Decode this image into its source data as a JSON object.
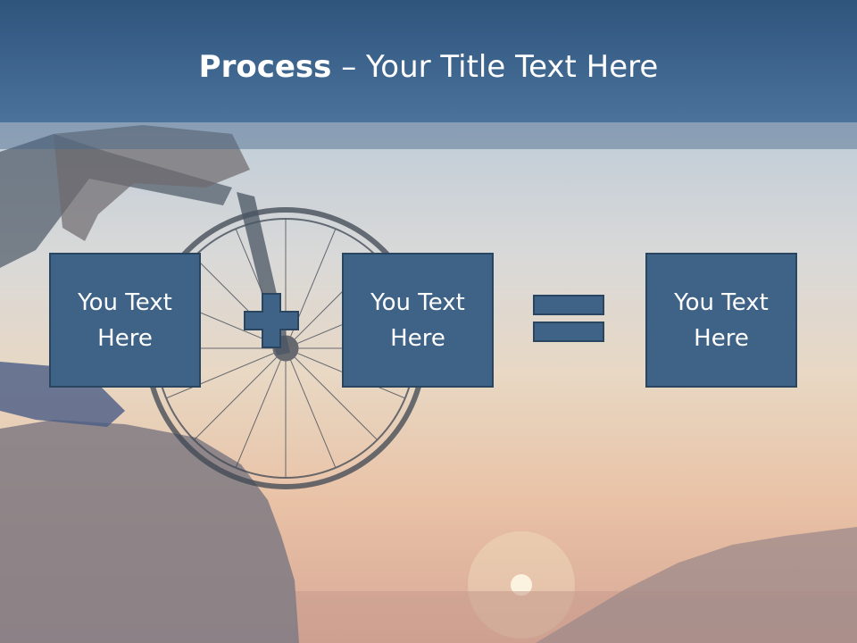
{
  "title": {
    "bold": "Process",
    "separator": " – ",
    "rest": "Your Title Text Here"
  },
  "boxes": [
    {
      "label": "You Text Here"
    },
    {
      "label": "You Text Here"
    },
    {
      "label": "You Text Here"
    }
  ],
  "operators": [
    "plus-icon",
    "equals-icon"
  ],
  "colors": {
    "header": "#3c6690",
    "box_fill": "#3f6287",
    "box_border": "#2a4560",
    "text": "#ffffff"
  }
}
